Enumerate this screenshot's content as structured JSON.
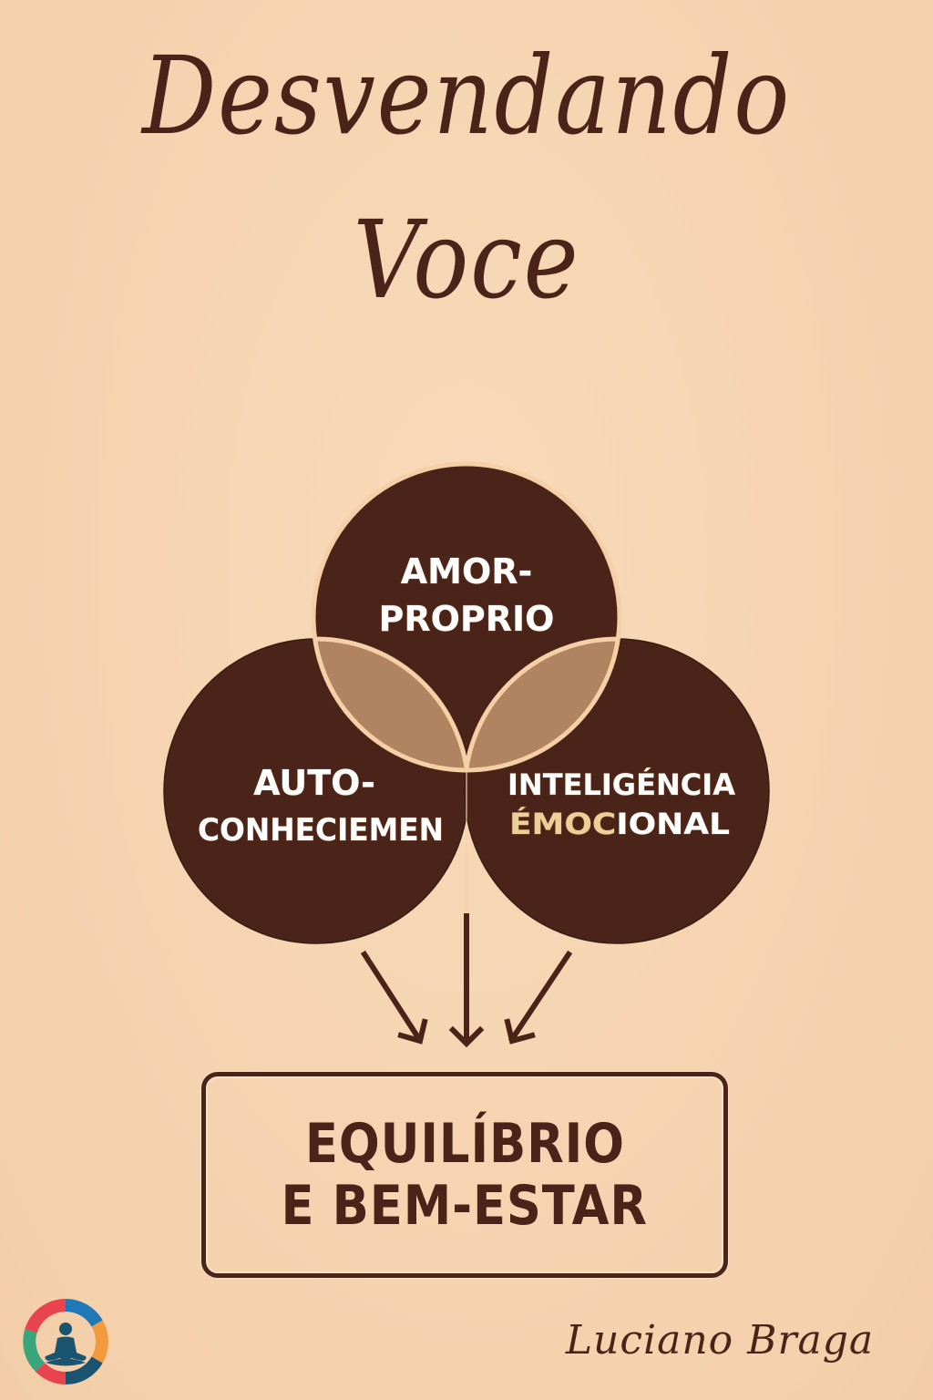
{
  "title": {
    "line1": "Desvendando",
    "line2": "Voce"
  },
  "diagram": {
    "type": "venn",
    "circles": [
      {
        "id": "top",
        "label_line1": "AMOR-",
        "label_line2": "PROPRIO"
      },
      {
        "id": "left",
        "label_line1": "AUTO-",
        "label_line2": "CONHECIEMEN"
      },
      {
        "id": "right",
        "label_line1": "INTELIGÉNCIA",
        "label_line2_accent": "ÉMOC",
        "label_line2_rest": "IONAL"
      }
    ],
    "arrows": 3,
    "result": {
      "line1": "EQUILÍBRIO",
      "line2": "E BEM-ESTAR"
    }
  },
  "footer": {
    "logo_icon": "meditation-person-icon",
    "author": "Luciano Braga"
  },
  "colors": {
    "background": "#f6d5b3",
    "circle": "#4a2419",
    "overlap": "#b08461",
    "outline": "#f5cfa5",
    "text_dark": "#4a2419",
    "accent_text": "#efcf98",
    "logo_red": "#e8434f",
    "logo_blue": "#1f78b8",
    "logo_orange": "#f39a3e",
    "logo_navy": "#1b5470",
    "logo_green": "#3aa57a"
  }
}
